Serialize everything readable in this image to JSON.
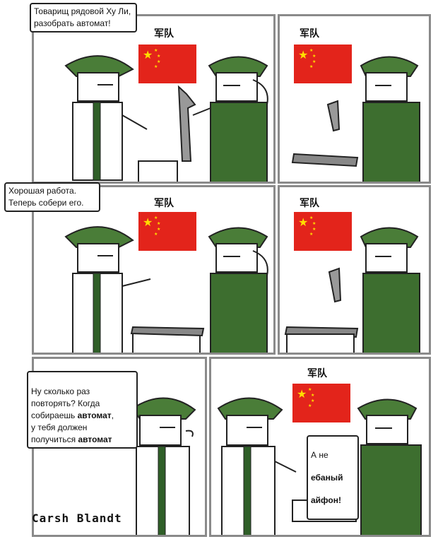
{
  "panels": [
    {
      "bubble": "Товарищ рядовой Ху Ли,\nразобрать автомат!",
      "label": "军队"
    },
    {
      "label": "军队"
    },
    {
      "bubble": "Хорошая работа.\nТеперь собери его.",
      "label": "军队"
    },
    {
      "label": "军队"
    },
    {
      "bubble_parts": [
        "Ну сколько раз\nповторять? Когда\nсобираешь ",
        "автомат",
        ",\nу тебя должен\nполучиться ",
        "автомат"
      ]
    },
    {
      "label": "军队",
      "bubble_lines": [
        "А не",
        "ебаный",
        "айфон!"
      ]
    }
  ],
  "signature": "Carsh Blandt",
  "colors": {
    "flag": "#e3241b",
    "star": "#ffde00",
    "uniform": "#3d6e2f",
    "cap": "#4a7d38",
    "frame": "#8a8a8a"
  }
}
